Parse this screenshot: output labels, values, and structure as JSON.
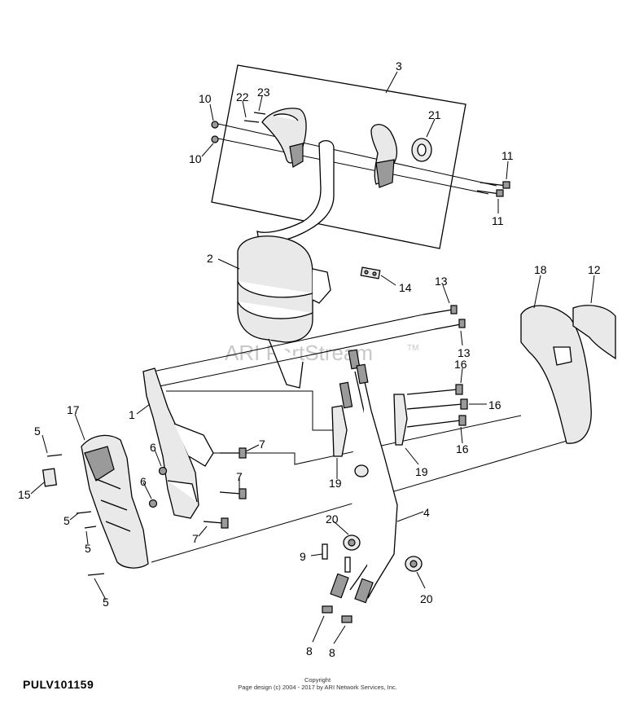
{
  "figure": {
    "id": "PULV101159",
    "copyright_title": "Copyright",
    "copyright_text": "Page design (c) 2004 - 2017 by ARI Network Services, Inc."
  },
  "watermark": {
    "text": "ARI PartStream",
    "tm": "TM"
  },
  "callouts": {
    "c1": "1",
    "c2": "2",
    "c3": "3",
    "c4": "4",
    "c5a": "5",
    "c5b": "5",
    "c5c": "5",
    "c5d": "5",
    "c6a": "6",
    "c6b": "6",
    "c7a": "7",
    "c7b": "7",
    "c7c": "7",
    "c8a": "8",
    "c8b": "8",
    "c9": "9",
    "c10a": "10",
    "c10b": "10",
    "c11a": "11",
    "c11b": "11",
    "c12": "12",
    "c13a": "13",
    "c13b": "13",
    "c14": "14",
    "c15": "15",
    "c16a": "16",
    "c16b": "16",
    "c16c": "16",
    "c17": "17",
    "c18": "18",
    "c19a": "19",
    "c19b": "19",
    "c20a": "20",
    "c20b": "20",
    "c21": "21",
    "c22": "22",
    "c23": "23"
  }
}
